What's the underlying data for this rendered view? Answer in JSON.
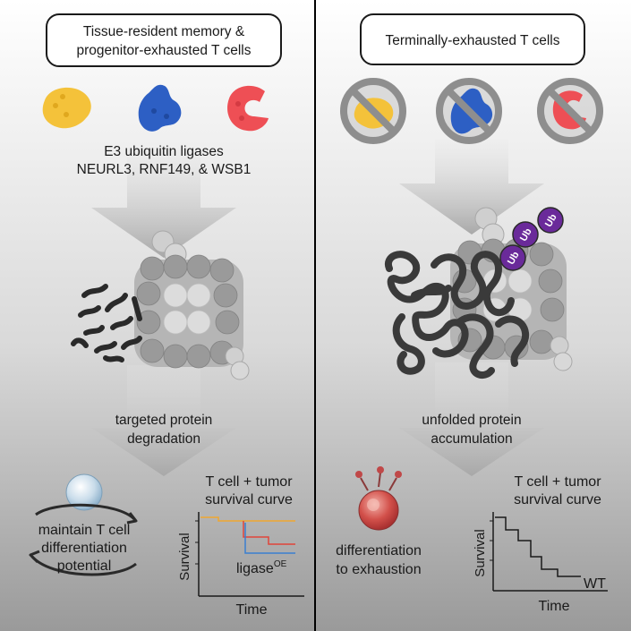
{
  "left": {
    "title_line1": "Tissue-resident memory &",
    "title_line2": "progenitor-exhausted T cells",
    "ligase_line1": "E3 ubiquitin ligases",
    "ligase_line2": "NEURL3, RNF149, & WSB1",
    "process_line1": "targeted protein",
    "process_line2": "degradation",
    "cell_line1": "maintain T cell",
    "cell_line2": "differentiation",
    "cell_line3": "potential",
    "chart": {
      "title_line1": "T cell + tumor",
      "title_line2": "survival curve",
      "ylabel": "Survival",
      "xlabel": "Time",
      "label_main": "ligase",
      "label_sup": "OE"
    }
  },
  "right": {
    "title": "Terminally-exhausted T cells",
    "process_line1": "unfolded protein",
    "process_line2": "accumulation",
    "ub_label": "Ub",
    "cell_line1": "differentiation",
    "cell_line2": "to exhaustion",
    "chart": {
      "title_line1": "T cell + tumor",
      "title_line2": "survival curve",
      "ylabel": "Survival",
      "xlabel": "Time",
      "label": "WT"
    }
  },
  "colors": {
    "ligase_yellow": "#f4c23a",
    "ligase_blue": "#2d5fc4",
    "ligase_red": "#ee4f55",
    "ubiquitin_purple": "#6a2a9a",
    "curve_orange": "#f0a830",
    "curve_red": "#e0453a",
    "curve_blue": "#3a7fd0"
  },
  "icons": [
    "yellow-ligase-icon",
    "blue-ligase-icon",
    "red-ligase-icon",
    "prohibited-icon",
    "proteasome-icon",
    "t-cell-icon",
    "exhausted-t-cell-icon",
    "cycle-arrows-icon"
  ]
}
